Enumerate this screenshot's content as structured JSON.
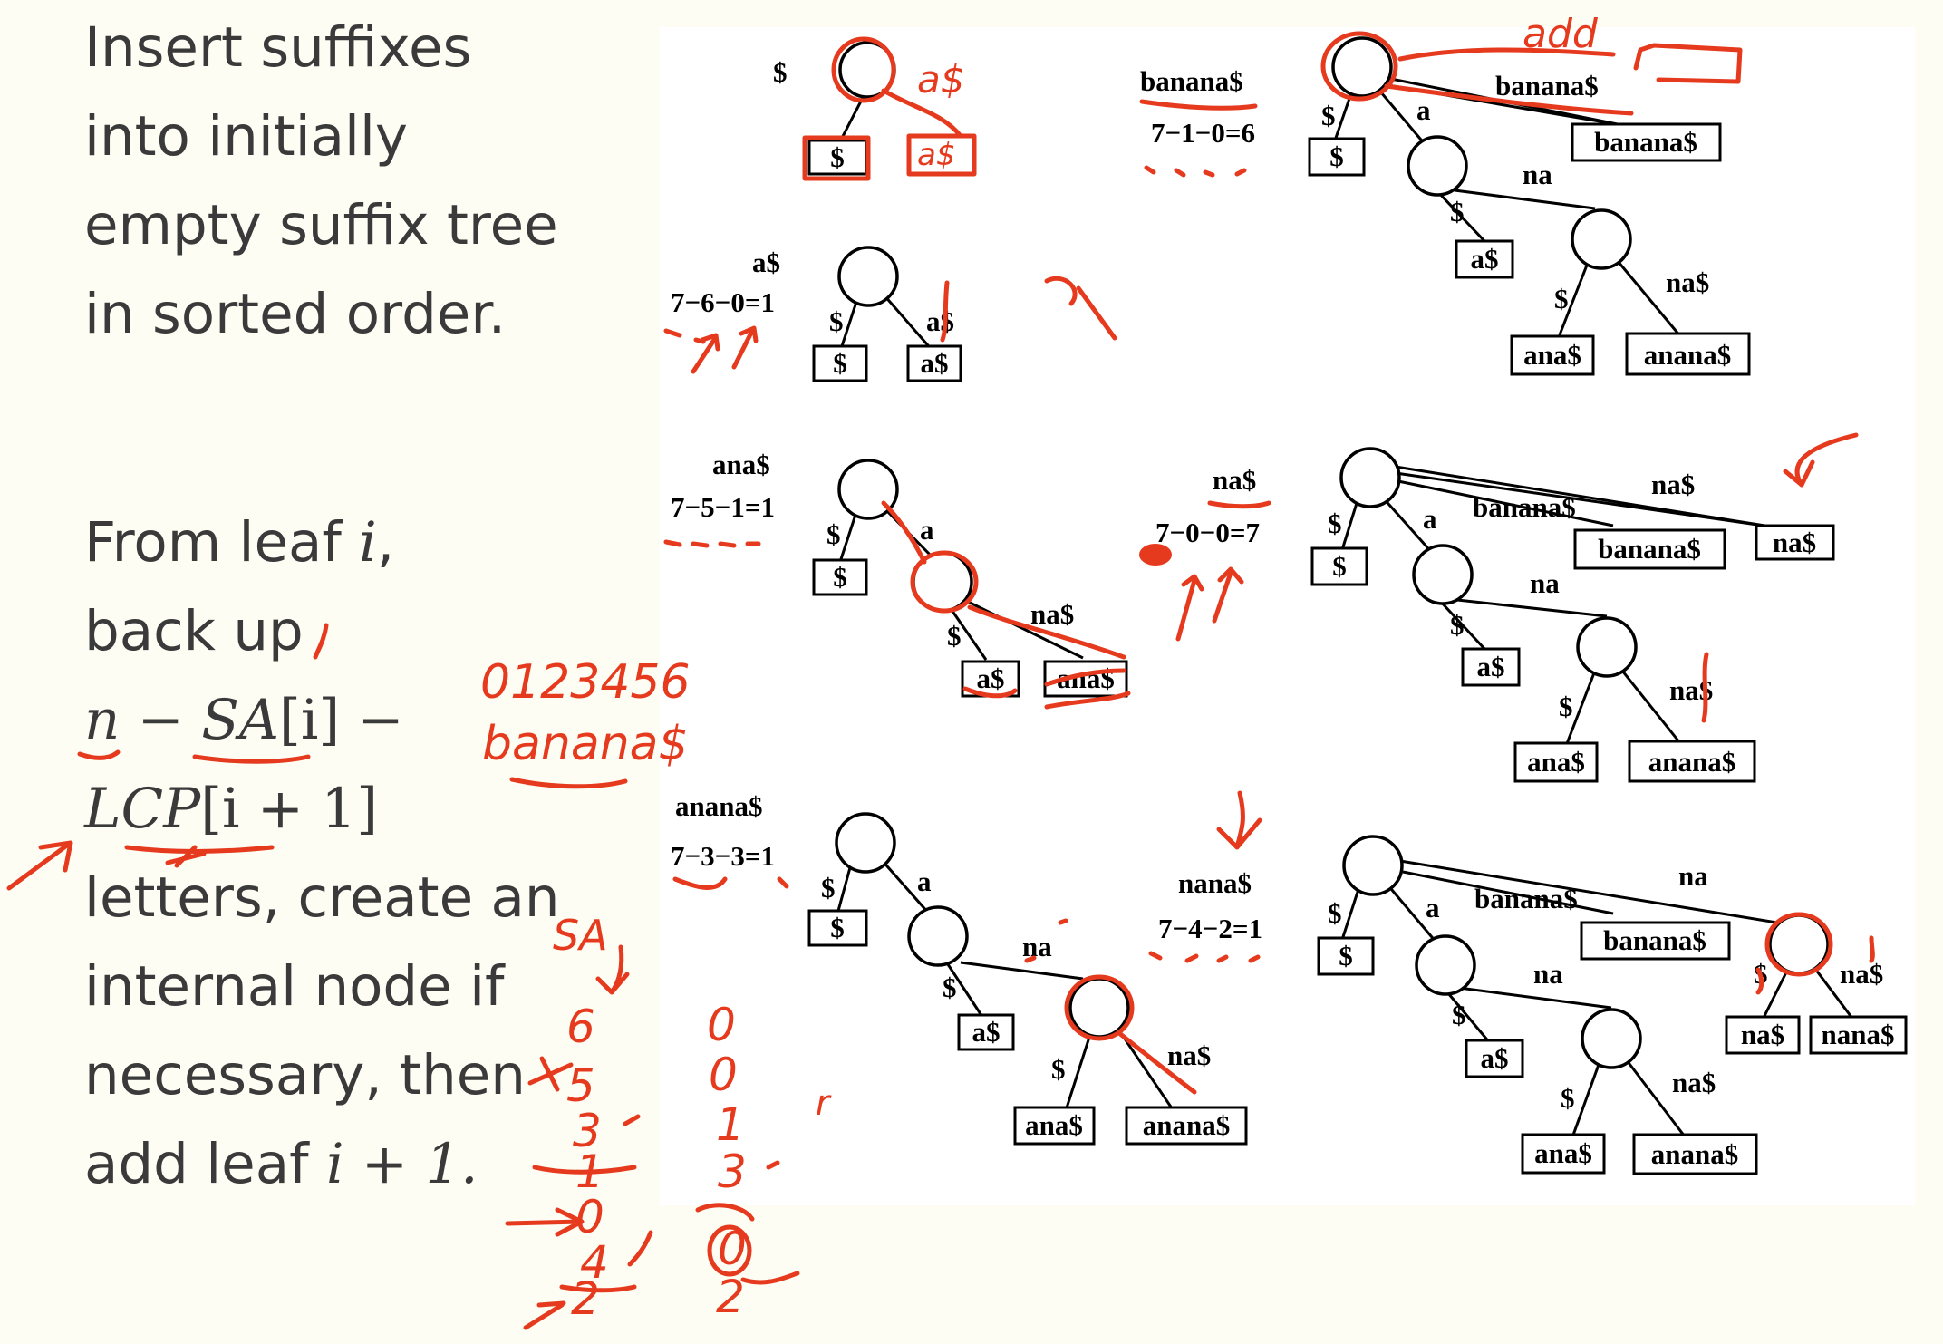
{
  "prose": {
    "lines1": [
      "Insert suffixes",
      "into initially",
      "empty suffix tree",
      "in sorted order."
    ],
    "from_leaf": "From leaf ",
    "i": "i",
    "comma": ",",
    "back_up": "back up",
    "formula_n": "n",
    "formula_minus1": " − ",
    "formula_SA": "SA",
    "formula_bracket_i": "[i] −",
    "formula_LCP": "LCP",
    "formula_bracket_i1": "[i + 1]",
    "letters": "letters, create an",
    "internal": "internal node if",
    "necessary": "necessary, then",
    "add_leaf": "add leaf ",
    "i_plus_1": "i + 1."
  },
  "steps": {
    "s1": {
      "suffix": "$",
      "leaf": "$"
    },
    "s2": {
      "suffix": "a$",
      "calc": "7−6−0=1",
      "edge_l": "$",
      "edge_r": "a$",
      "leaf_l": "$",
      "leaf_r": "a$"
    },
    "s3": {
      "suffix": "ana$",
      "calc": "7−5−1=1",
      "edge_l": "$",
      "edge_a": "a",
      "edge_s": "$",
      "edge_na": "na$",
      "leaf_1": "$",
      "leaf_2": "a$",
      "leaf_3": "ana$"
    },
    "s4": {
      "suffix": "anana$",
      "calc": "7−3−3=1",
      "edge_l": "$",
      "edge_a": "a",
      "edge_s": "$",
      "edge_na": "na",
      "edge_s2": "$",
      "edge_na2": "na$",
      "leaf_1": "$",
      "leaf_2": "a$",
      "leaf_3": "ana$",
      "leaf_4": "anana$"
    },
    "s5": {
      "suffix": "banana$",
      "calc": "7−1−0=6",
      "edge_l": "$",
      "edge_a": "a",
      "edge_b": "banana$",
      "edge_s": "$",
      "edge_na": "na",
      "edge_s2": "$",
      "edge_na2": "na$",
      "leaf_1": "$",
      "leaf_b": "banana$",
      "leaf_2": "a$",
      "leaf_3": "ana$",
      "leaf_4": "anana$"
    },
    "s6": {
      "suffix": "na$",
      "calc": "7−0−0=7",
      "edge_l": "$",
      "edge_a": "a",
      "edge_b": "banana$",
      "edge_n": "na$",
      "edge_s": "$",
      "edge_na": "na",
      "edge_s2": "$",
      "edge_na2": "na$",
      "leaf_1": "$",
      "leaf_b": "banana$",
      "leaf_n": "na$",
      "leaf_2": "a$",
      "leaf_3": "ana$",
      "leaf_4": "anana$"
    },
    "s7": {
      "suffix": "nana$",
      "calc": "7−4−2=1",
      "edge_l": "$",
      "edge_a": "a",
      "edge_b": "banana$",
      "edge_n": "na",
      "edge_ns": "$",
      "edge_nna": "na$",
      "edge_s": "$",
      "edge_na": "na",
      "edge_s2": "$",
      "edge_na2": "na$",
      "leaf_1": "$",
      "leaf_b": "banana$",
      "leaf_n1": "na$",
      "leaf_n2": "nana$",
      "leaf_2": "a$",
      "leaf_3": "ana$",
      "leaf_4": "anana$"
    }
  },
  "handwriting": {
    "add": "add",
    "a_dollar": "a$",
    "a_dollar_box": "a$",
    "index_row": "0123456",
    "word": "banana$",
    "sa_label": "SA",
    "sa_col": [
      "6",
      "5",
      "3",
      "1",
      "0",
      "4",
      "2"
    ],
    "lcp_col": [
      "0",
      "0",
      "1",
      "3",
      "0",
      "2"
    ],
    "r_mark": "r"
  },
  "colors": {
    "ink": "#e63a1e",
    "background": "#fdfdf4",
    "prose": "#3a3a3a"
  }
}
